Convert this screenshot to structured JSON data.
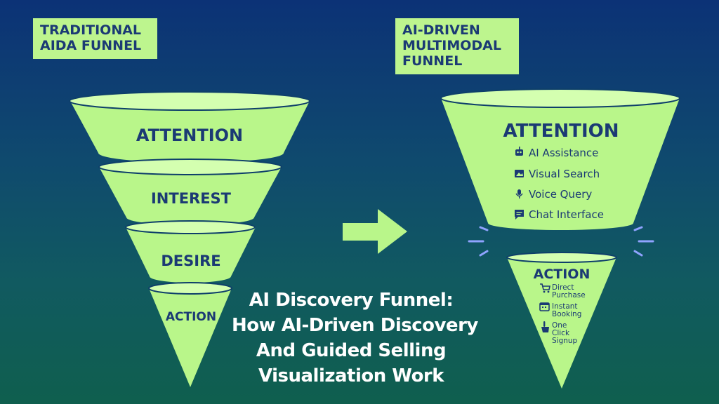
{
  "left_funnel": {
    "title_lines": [
      "TRADITIONAL",
      "AIDA FUNNEL"
    ],
    "stages": [
      "ATTENTION",
      "INTEREST",
      "DESIRE",
      "ACTION"
    ]
  },
  "right_funnel": {
    "title_lines": [
      "AI-DRIVEN",
      "MULTIMODAL",
      "FUNNEL"
    ],
    "top_stage": {
      "label": "ATTENTION",
      "features": [
        {
          "icon": "robot-icon",
          "label": "AI Assistance"
        },
        {
          "icon": "image-icon",
          "label": "Visual Search"
        },
        {
          "icon": "microphone-icon",
          "label": "Voice Query"
        },
        {
          "icon": "chat-icon",
          "label": "Chat Interface"
        }
      ]
    },
    "bottom_stage": {
      "label": "ACTION",
      "features": [
        {
          "icon": "cart-icon",
          "lines": [
            "Direct",
            "Purchase"
          ]
        },
        {
          "icon": "calendar-icon",
          "lines": [
            "Instant",
            "Booking"
          ]
        },
        {
          "icon": "pointer-hand-icon",
          "lines": [
            "One",
            "Click",
            "Signup"
          ]
        }
      ]
    }
  },
  "headline_lines": [
    "AI Discovery Funnel:",
    "How AI-Driven Discovery",
    "And Guided Selling",
    "Visualization Work"
  ],
  "colors": {
    "funnel_fill": "#b9f68a",
    "funnel_rim": "#d6ffb4",
    "text_dark": "#1b3a74",
    "burst": "#8fa3ff",
    "background_top": "#0c3276",
    "background_bottom": "#0f5f4e"
  },
  "icons": [
    "arrow-right-icon",
    "burst-icon"
  ]
}
